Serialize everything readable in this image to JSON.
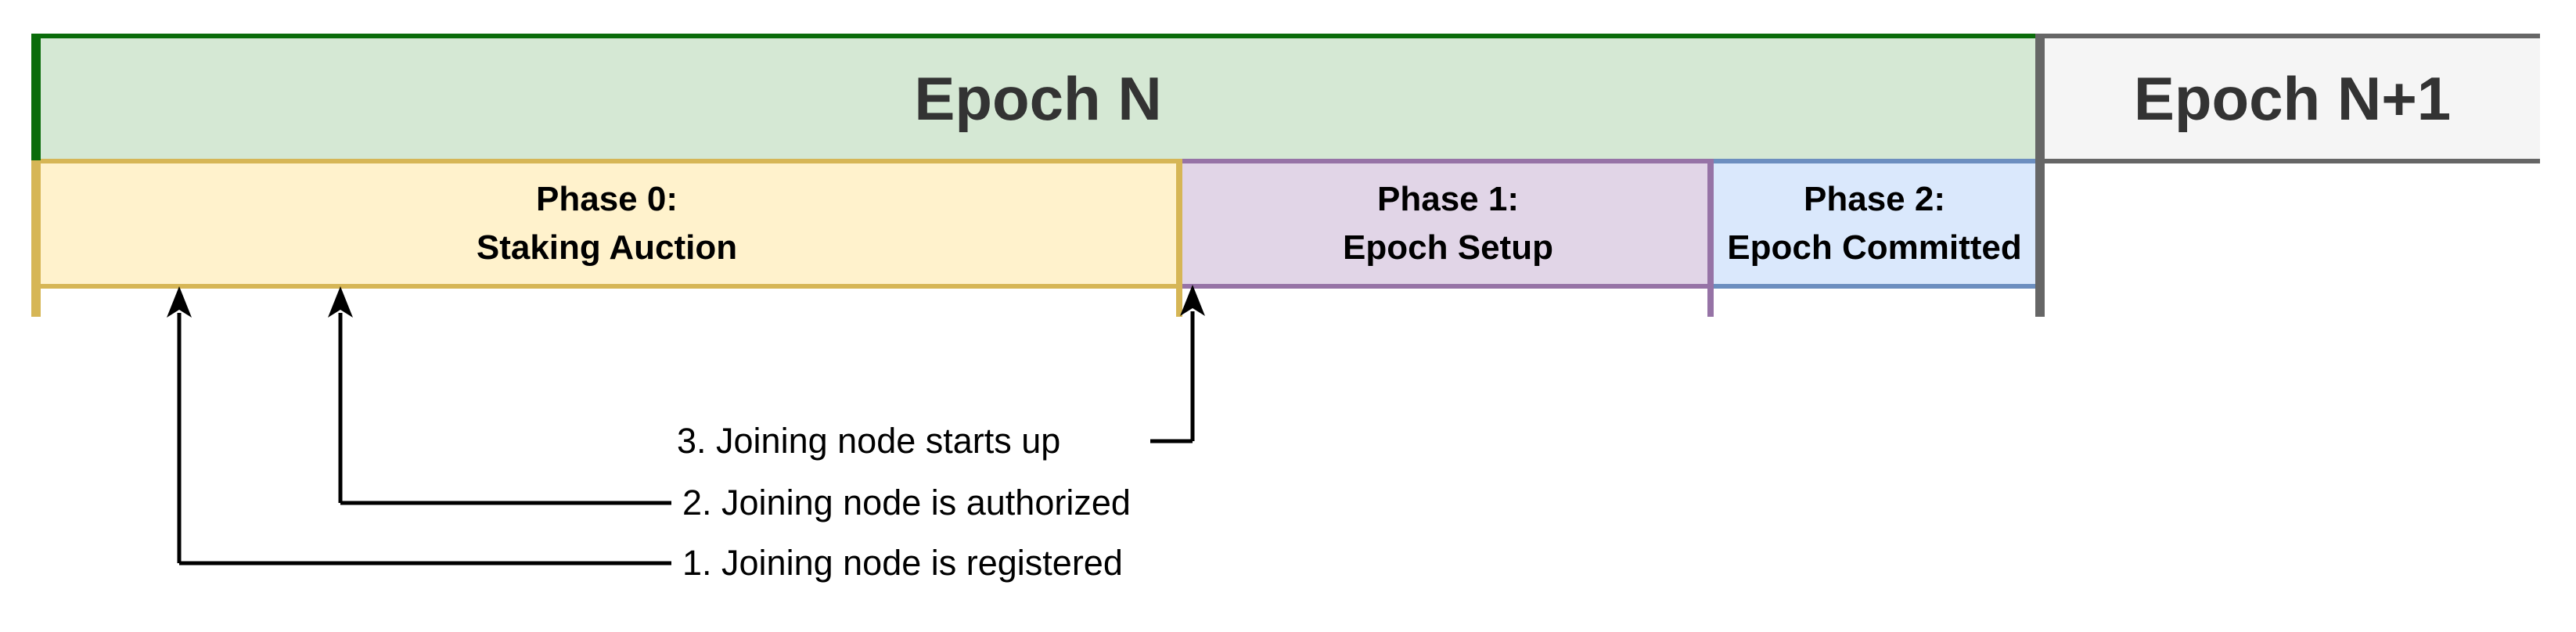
{
  "diagram": {
    "epoch_bars": [
      {
        "label": "Epoch N"
      },
      {
        "label": "Epoch N+1"
      }
    ],
    "phase_bars": [
      {
        "line1": "Phase 0:",
        "line2": "Staking Auction"
      },
      {
        "line1": "Phase 1:",
        "line2": "Epoch Setup"
      },
      {
        "line1": "Phase 2:",
        "line2": "Epoch Committed"
      }
    ],
    "annotations": [
      {
        "label": "1. Joining node is registered"
      },
      {
        "label": "2. Joining node is authorized"
      },
      {
        "label": "3. Joining node starts up"
      }
    ],
    "colors": {
      "epoch_n_fill": "#d5e8d4",
      "epoch_n_stroke": "#0a6c0a",
      "epoch_n1_fill": "#f5f5f5",
      "epoch_n1_stroke": "#666666",
      "phase0_fill": "#fff2cc",
      "phase0_stroke": "#d6b656",
      "phase1_fill": "#e1d5e7",
      "phase1_stroke": "#9673a6",
      "phase2_fill": "#dae8fc",
      "phase2_stroke": "#6c8ebf",
      "epoch_divider": "#666666",
      "epoch_text": "#333333",
      "phase_text": "#000000",
      "annotation_text": "#000000"
    }
  }
}
